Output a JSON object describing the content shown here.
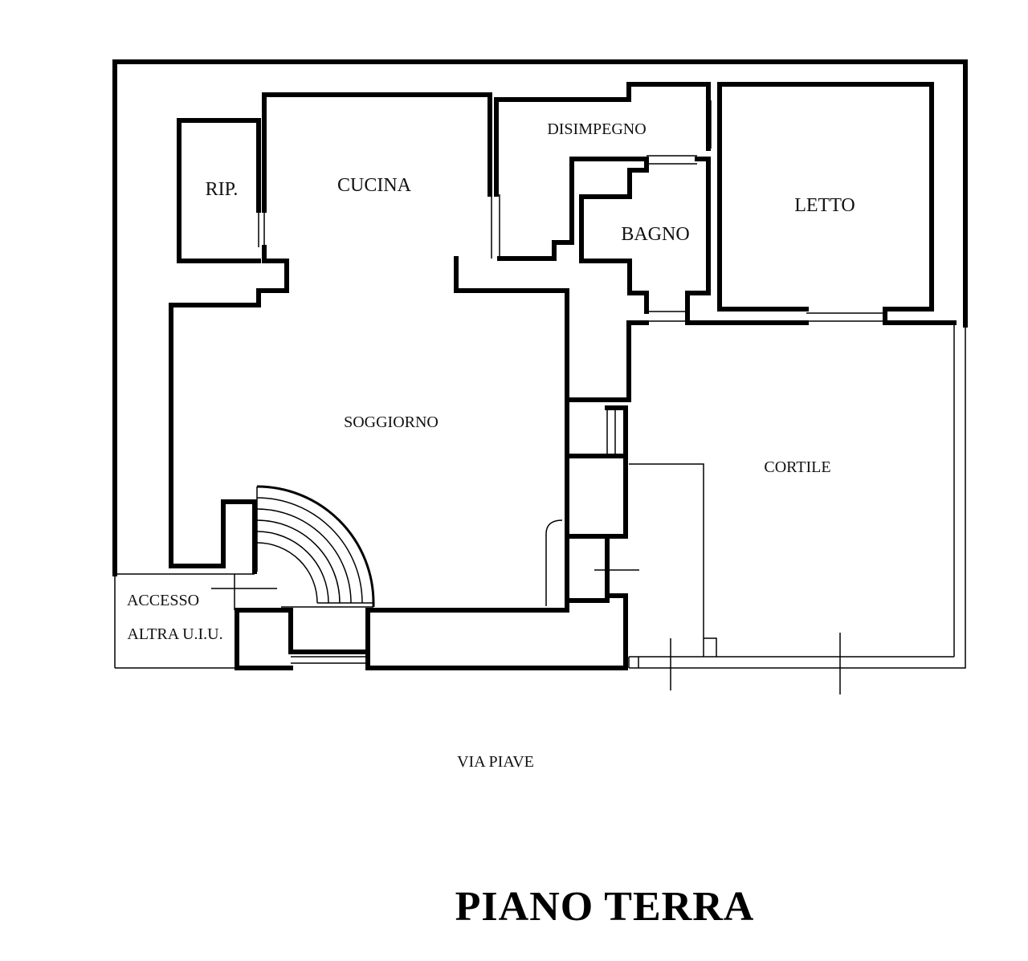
{
  "title": "PIANO TERRA",
  "street": "VIA PIAVE",
  "rooms": {
    "rip": "RIP.",
    "cucina": "CUCINA",
    "disimpegno": "DISIMPEGNO",
    "bagno": "BAGNO",
    "letto": "LETTO",
    "soggiorno": "SOGGIORNO",
    "cortile": "CORTILE"
  },
  "access": {
    "line1": "ACCESSO",
    "line2": "ALTRA U.I.U."
  }
}
